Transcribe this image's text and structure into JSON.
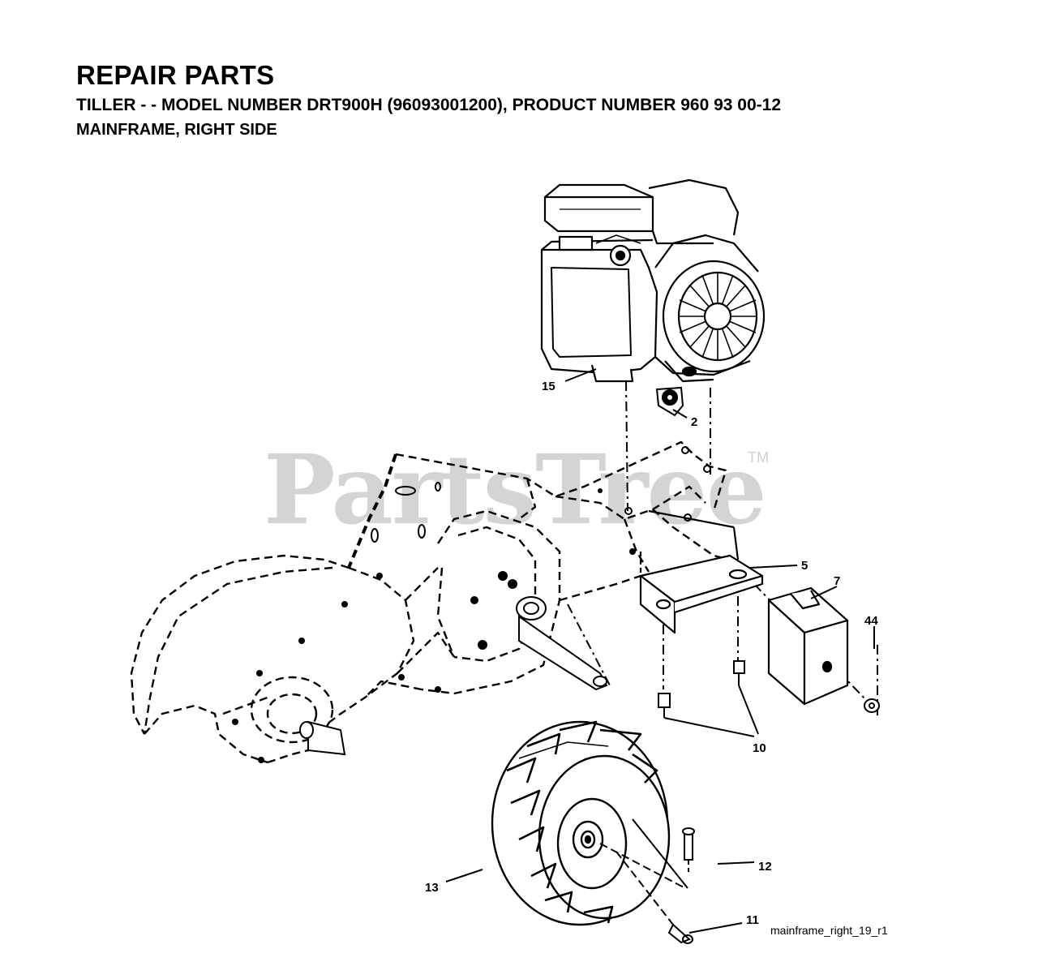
{
  "header": {
    "title": "REPAIR PARTS",
    "subtitle": "TILLER - - MODEL NUMBER DRT900H (96093001200), PRODUCT NUMBER 960 93 00-12",
    "section": "MAINFRAME, RIGHT SIDE"
  },
  "watermark": {
    "text": "PartsTree",
    "mark": "TM"
  },
  "callouts": {
    "c15": "15",
    "c2": "2",
    "c5": "5",
    "c7": "7",
    "c44": "44",
    "c10": "10",
    "c12": "12",
    "c13": "13",
    "c11": "11"
  },
  "figure_id": "mainframe_right_19_r1"
}
